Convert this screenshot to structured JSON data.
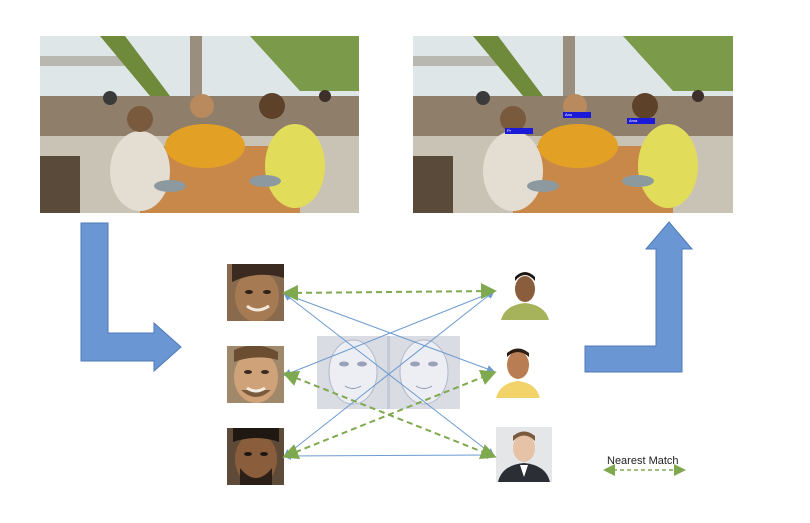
{
  "colors": {
    "arrow_fill": "#6b96d4",
    "arrow_stroke": "#4f79b7",
    "blue_line": "#6d9bd0",
    "green_dashed": "#7fa94f",
    "label_box": "#1a1ad8"
  },
  "icons": {
    "input_photo": "restaurant-group-photo",
    "output_photo": "restaurant-group-photo-labeled",
    "down_right_arrow": "bent-arrow-down-right",
    "up_arrow": "bent-arrow-up",
    "eigenfaces": "eigenface-image"
  },
  "output_tags": [
    "Pr",
    "Anu",
    "Ama"
  ],
  "legend": {
    "label": "Nearest Match"
  }
}
